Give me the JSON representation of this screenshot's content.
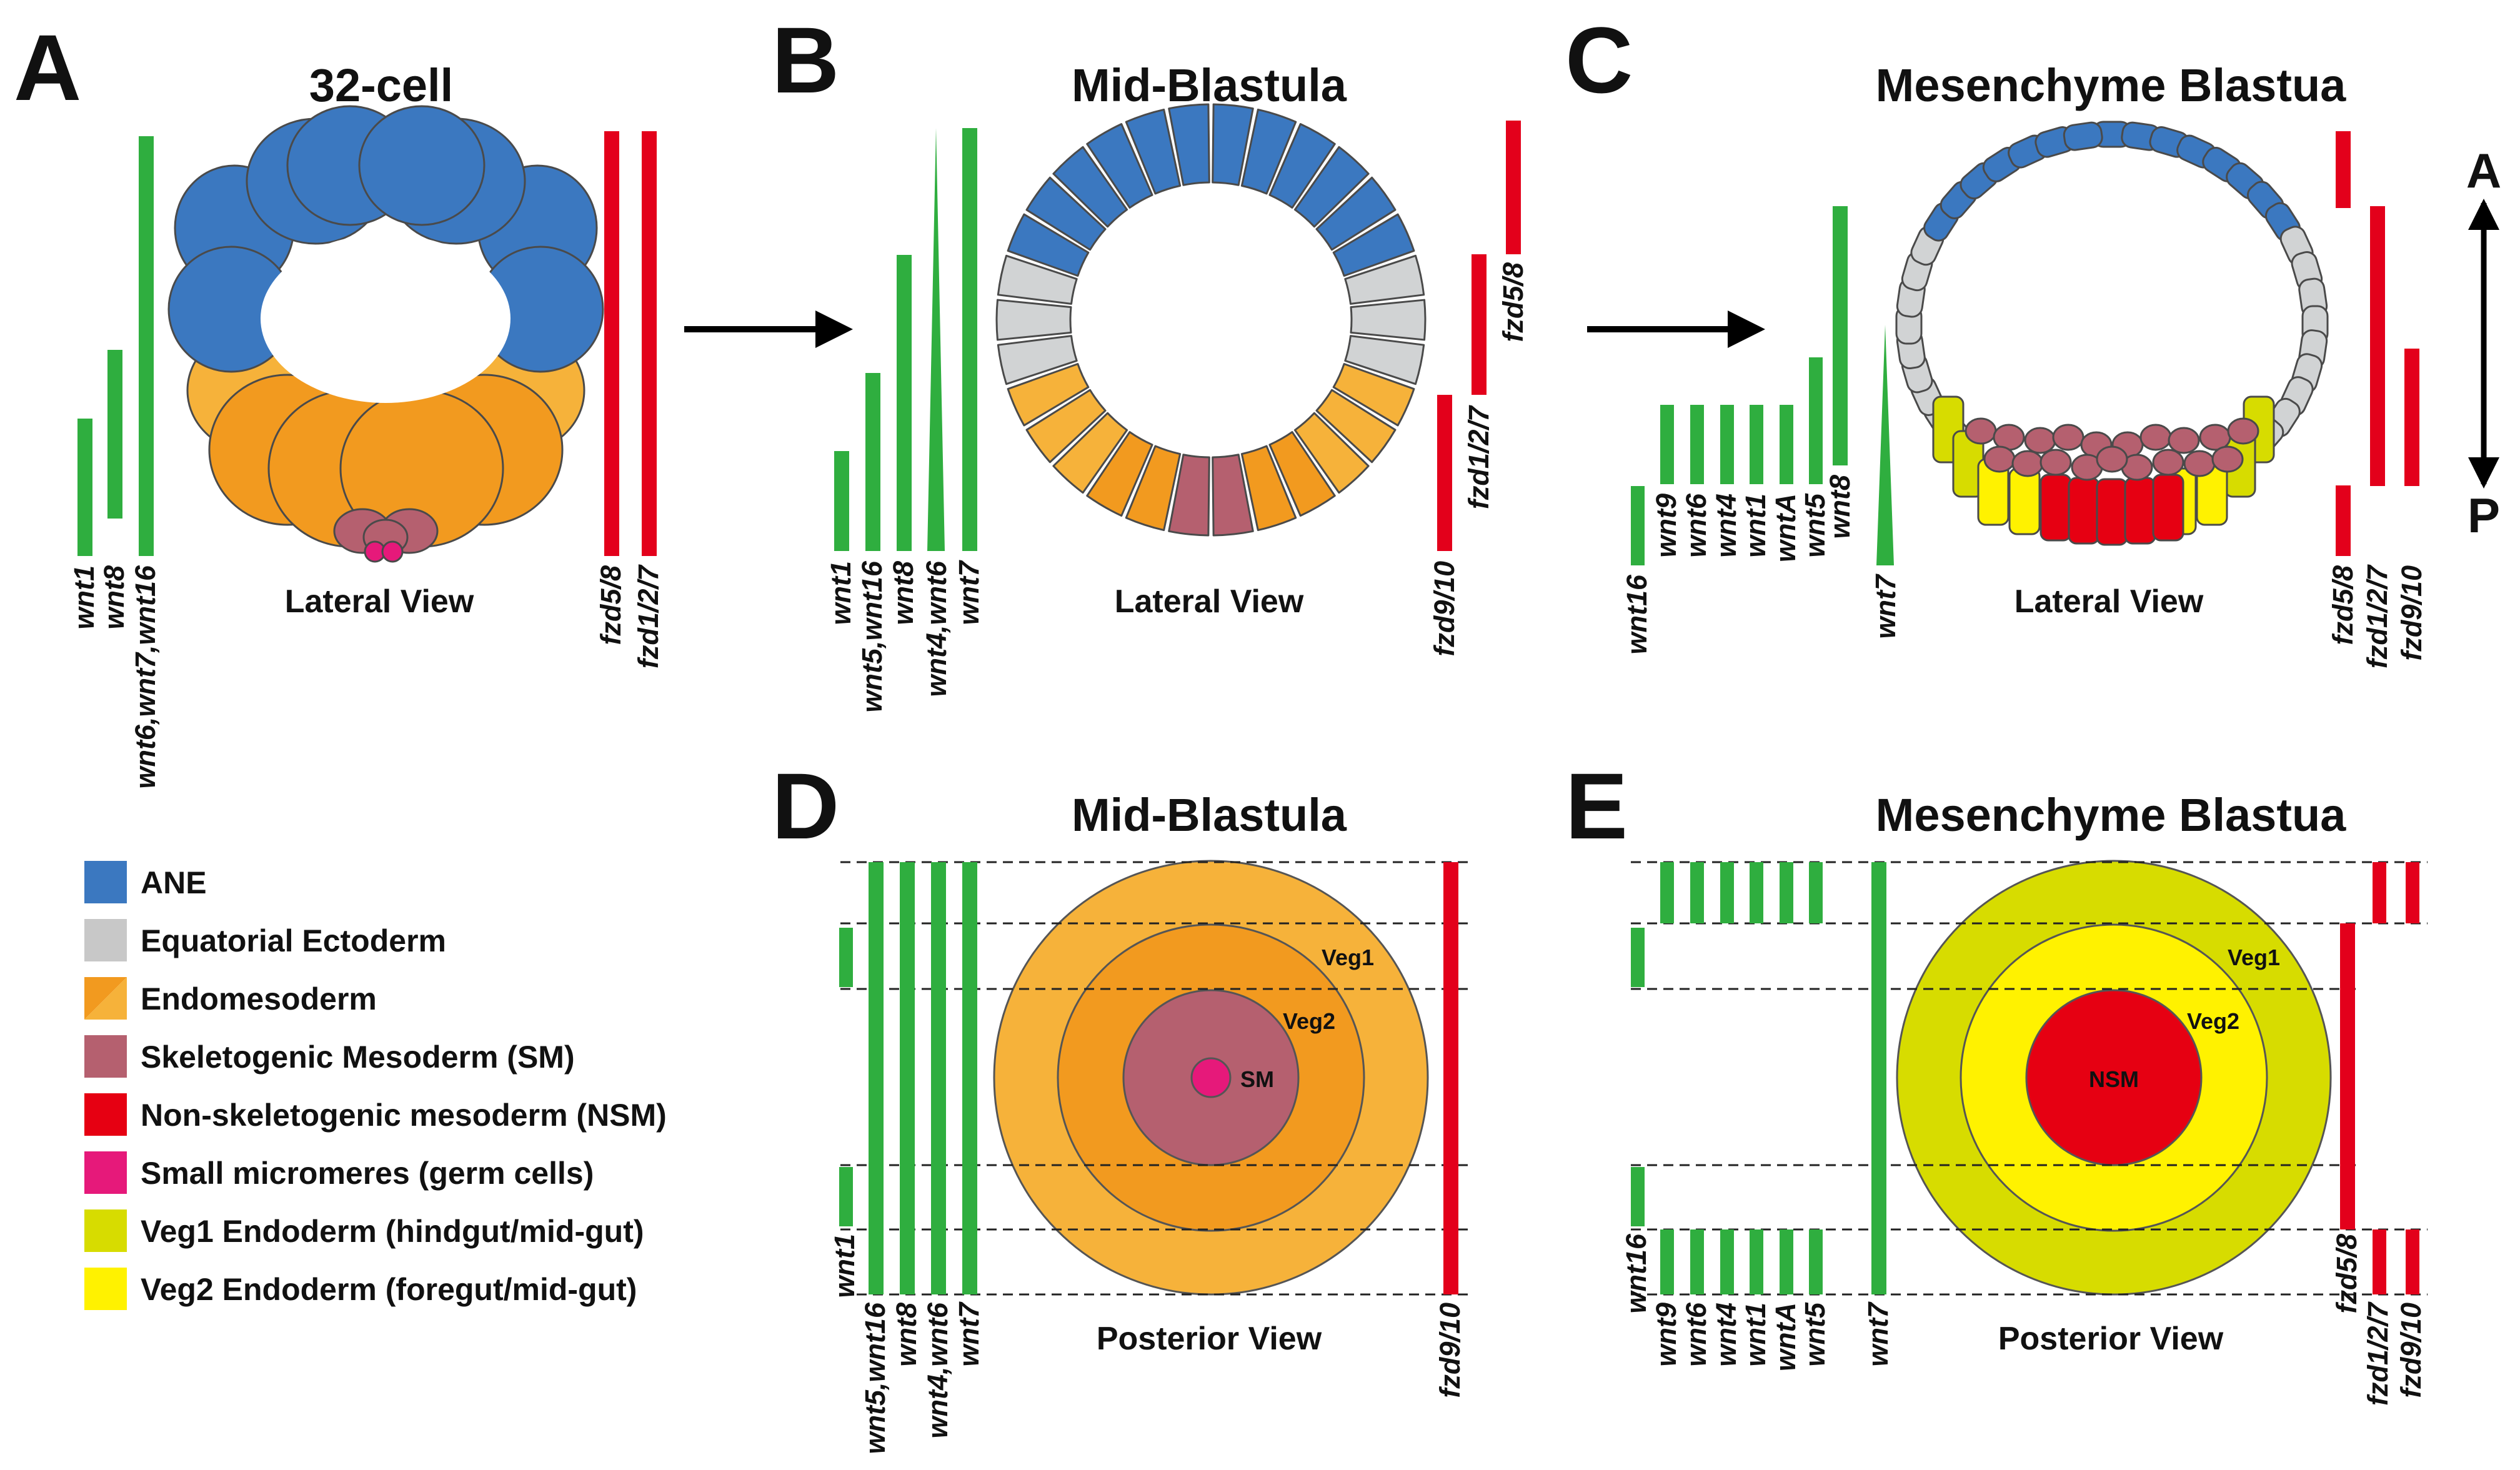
{
  "panels": {
    "a": {
      "letter": "A",
      "title": "32-cell",
      "view": "Lateral View"
    },
    "b": {
      "letter": "B",
      "title": "Mid-Blastula",
      "view": "Lateral View"
    },
    "c": {
      "letter": "C",
      "title": "Mesenchyme Blastua",
      "view": "Lateral View"
    },
    "d": {
      "letter": "D",
      "title": "Mid-Blastula",
      "view": "Posterior View"
    },
    "e": {
      "letter": "E",
      "title": "Mesenchyme Blastua",
      "view": "Posterior View"
    }
  },
  "genes": {
    "a_wnt": [
      "wnt1",
      "wnt8",
      "wnt6,wnt7,wnt16"
    ],
    "a_fzd": [
      "fzd5/8",
      "fzd1/2/7"
    ],
    "b_wnt": [
      "wnt1",
      "wnt5,wnt16",
      "wnt8",
      "wnt4,wnt6",
      "wnt7"
    ],
    "b_fzd": [
      "fzd9/10",
      "fzd1/2/7",
      "fzd5/8"
    ],
    "c_wnt": [
      "wnt16",
      "wnt9",
      "wnt6",
      "wnt4",
      "wnt1",
      "wntA",
      "wnt5",
      "wnt8",
      "wnt7"
    ],
    "c_fzd": [
      "fzd5/8",
      "fzd1/2/7",
      "fzd9/10"
    ],
    "d_wnt": [
      "wnt1",
      "wnt5,wnt16",
      "wnt8",
      "wnt4,wnt6",
      "wnt7"
    ],
    "d_fzd": [
      "fzd9/10"
    ],
    "e_wnt": [
      "wnt16",
      "wnt9",
      "wnt6",
      "wnt4",
      "wnt1",
      "wntA",
      "wnt5",
      "wnt7"
    ],
    "e_fzd": [
      "fzd5/8",
      "fzd1/2/7",
      "fzd9/10"
    ]
  },
  "zones": {
    "d": {
      "veg1": "Veg1",
      "veg2": "Veg2",
      "sm": "SM"
    },
    "e": {
      "veg1": "Veg1",
      "veg2": "Veg2",
      "nsm": "NSM"
    }
  },
  "axis": {
    "top": "A",
    "bottom": "P"
  },
  "legend": [
    {
      "label": "ANE",
      "color": "#3b78c0"
    },
    {
      "label": "Equatorial Ectoderm",
      "color": "#c8c8c8"
    },
    {
      "label": "Endomesoderm",
      "color": "#f29a1f"
    },
    {
      "label": "Skeletogenic Mesoderm (SM)",
      "color": "#b5606f"
    },
    {
      "label": "Non-skeletogenic mesoderm (NSM)",
      "color": "#e60012"
    },
    {
      "label": "Small micromeres (germ cells)",
      "color": "#e6197a"
    },
    {
      "label": "Veg1 Endoderm (hindgut/mid-gut)",
      "color": "#d7dc00"
    },
    {
      "label": "Veg2 Endoderm (foregut/mid-gut)",
      "color": "#fff200"
    }
  ],
  "colors": {
    "wnt_bar": "#2fae3f",
    "fzd_bar": "#e3001b",
    "ane": "#3b78c0",
    "equatorial": "#d1d3d4",
    "endomesoderm": "#f29a1f",
    "endomesoderm_light": "#f6b23a",
    "sm": "#b5606f",
    "nsm": "#e60012",
    "micromeres": "#e6197a",
    "veg1": "#d7dc00",
    "veg2": "#fff200"
  }
}
